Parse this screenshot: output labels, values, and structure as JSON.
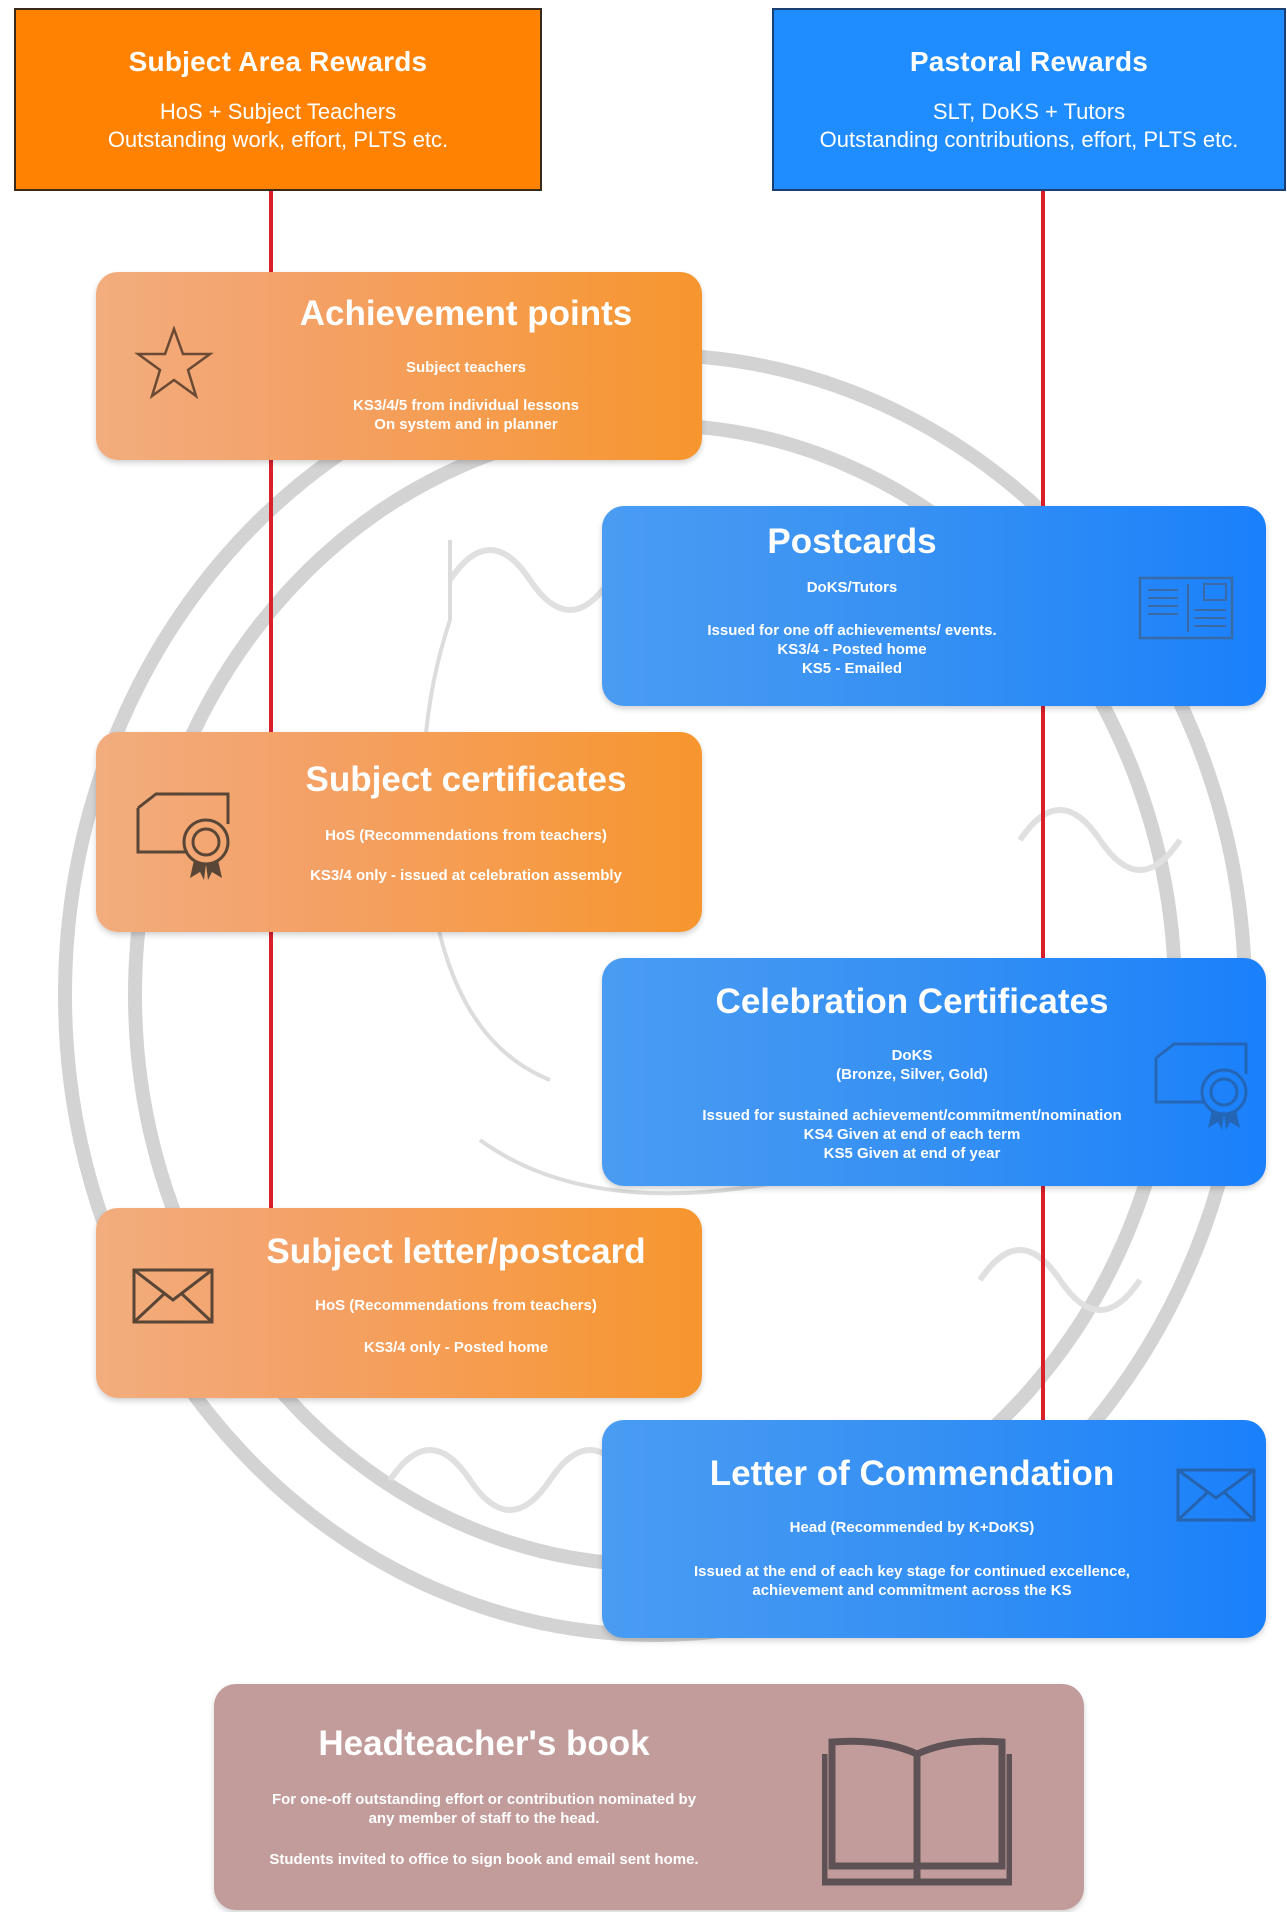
{
  "colors": {
    "subject": "#ff8203",
    "pastoral": "#1f8cff",
    "connector": "#d81f2a",
    "headteacher": "#c29c9a"
  },
  "headers": {
    "subject": {
      "title": "Subject Area Rewards",
      "line1": "HoS + Subject Teachers",
      "line2": "Outstanding work, effort, PLTS etc."
    },
    "pastoral": {
      "title": "Pastoral Rewards",
      "line1": "SLT, DoKS + Tutors",
      "line2": "Outstanding contributions, effort, PLTS etc."
    }
  },
  "cards": {
    "achievement": {
      "title": "Achievement points",
      "who": "Subject teachers",
      "line1": "KS3/4/5 from individual lessons",
      "line2": "On system and in planner",
      "icon": "star-icon"
    },
    "postcards": {
      "title": "Postcards",
      "who": "DoKS/Tutors",
      "line1": "Issued for one off achievements/ events.",
      "line2": "KS3/4 - Posted home",
      "line3": "KS5 - Emailed",
      "icon": "postcard-icon"
    },
    "subject_certificates": {
      "title": "Subject certificates",
      "who": "HoS (Recommendations from teachers)",
      "line1": "KS3/4 only - issued at celebration assembly",
      "icon": "certificate-icon"
    },
    "celebration_certificates": {
      "title": "Celebration Certificates",
      "who": "DoKS",
      "who2": "(Bronze, Silver, Gold)",
      "line1": "Issued for sustained achievement/commitment/nomination",
      "line2": "KS4 Given at end of each term",
      "line3": "KS5 Given at end of year",
      "icon": "certificate-icon"
    },
    "subject_letter": {
      "title": "Subject letter/postcard",
      "who": "HoS (Recommendations from teachers)",
      "line1": "KS3/4 only - Posted home",
      "icon": "envelope-icon"
    },
    "commendation": {
      "title": "Letter of Commendation",
      "who": "Head (Recommended by K+DoKS)",
      "line1": "Issued at the end of each key stage for continued excellence,",
      "line2": "achievement and commitment across the KS",
      "icon": "envelope-icon"
    },
    "headteacher_book": {
      "title": "Headteacher's book",
      "line1": "For one-off outstanding effort or contribution nominated by",
      "line2": "any member of staff to the head.",
      "line3": "Students invited to office to sign book and email sent home.",
      "icon": "open-book-icon"
    }
  }
}
